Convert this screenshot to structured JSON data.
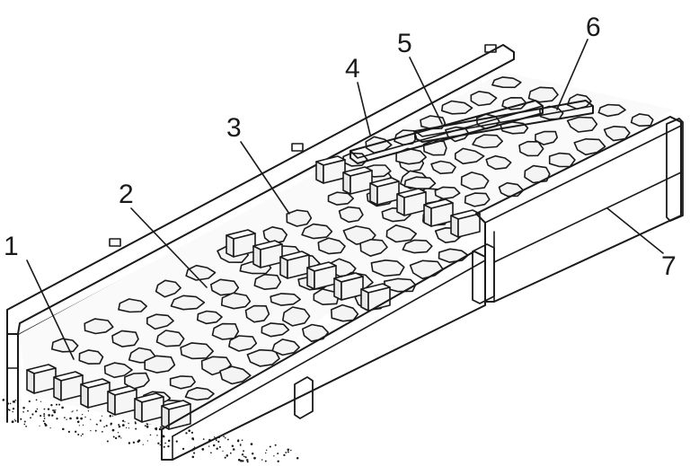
{
  "labels": {
    "l1": "1",
    "l2": "2",
    "l3": "3",
    "l4": "4",
    "l5": "5",
    "l6": "6",
    "l7": "7"
  },
  "colors": {
    "ink": "#1a1a1a",
    "paper": "#ffffff",
    "stone": "#f4f4f4"
  }
}
